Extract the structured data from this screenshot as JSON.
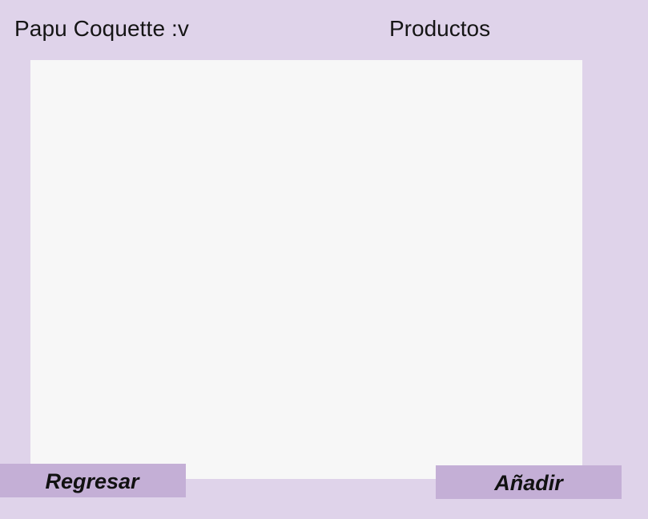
{
  "header": {
    "app_title": "Papu Coquette :v",
    "section_title": "Productos"
  },
  "actions": {
    "back_label": "Regresar",
    "add_label": "Añadir"
  }
}
